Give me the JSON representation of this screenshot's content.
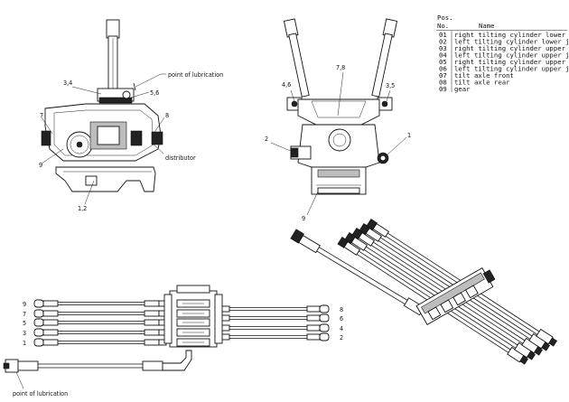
{
  "view1": {
    "callouts": {
      "lubrication": "point of lubrication",
      "c34": "3,4",
      "c56": "5,6",
      "c7": "7",
      "c8": "8",
      "c9": "9",
      "distributor": "distributor",
      "c12": "1,2"
    }
  },
  "view2": {
    "callouts": {
      "c46": "4,6",
      "c78": "7,8",
      "c35": "3,5",
      "c2": "2",
      "c1": "1",
      "c9": "9"
    }
  },
  "table": {
    "head_pos": "Pos.",
    "head_no": "No.",
    "head_name": "Name",
    "rows": [
      {
        "no": "01",
        "name": "right tilting cylinder lower joint"
      },
      {
        "no": "02",
        "name": "left tilting cylinder lower joint"
      },
      {
        "no": "03",
        "name": "right tilting cylinder upper joint"
      },
      {
        "no": "04",
        "name": "left tilting cylinder upper joint"
      },
      {
        "no": "05",
        "name": "right tilting cylinder upper joint"
      },
      {
        "no": "06",
        "name": "left tilting cylinder upper joint"
      },
      {
        "no": "07",
        "name": "tilt axle front"
      },
      {
        "no": "08",
        "name": "tilt axle rear"
      },
      {
        "no": "09",
        "name": "gear"
      }
    ]
  },
  "view3": {
    "left_numbers": [
      "9",
      "7",
      "5",
      "3",
      "1"
    ],
    "right_numbers": [
      "8",
      "6",
      "4",
      "2"
    ],
    "lubrication": "point of lubrication"
  }
}
